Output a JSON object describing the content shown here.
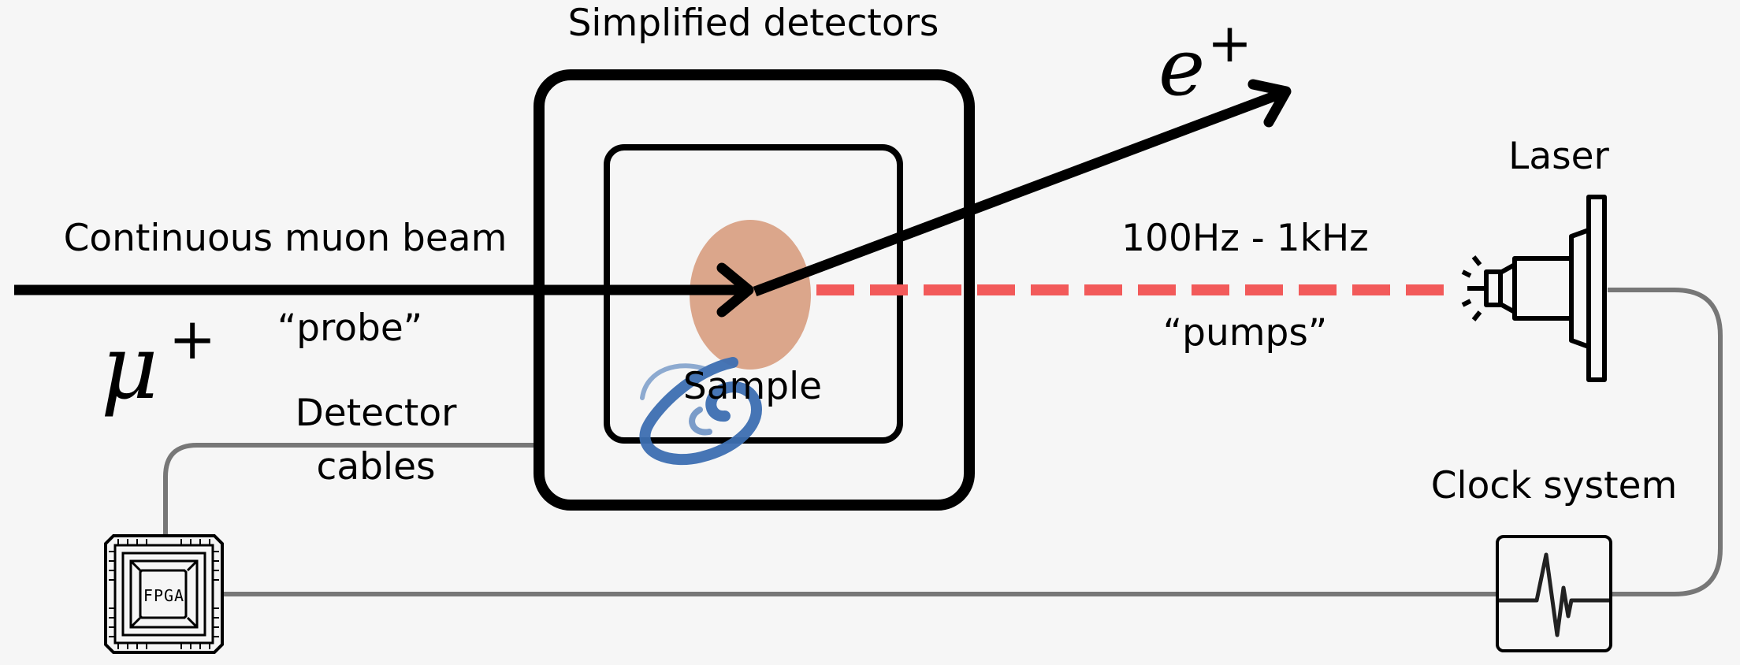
{
  "labels": {
    "detectors": "Simplified detectors",
    "positron": "e",
    "positron_sup": "+",
    "laser": "Laser",
    "frequency": "100Hz - 1kHz",
    "beam": "Continuous muon beam",
    "muon": "μ",
    "muon_sup": "+",
    "probe": "“probe”",
    "pumps": "“pumps”",
    "sample": "Sample",
    "cables_line1": "Detector",
    "cables_line2": "cables",
    "clock": "Clock system",
    "fpga": "FPGA"
  },
  "colors": {
    "background": "#f6f6f6",
    "line": "#000000",
    "cable": "#777777",
    "laser_beam": "#f25a5a",
    "sample": "#dba68b",
    "swirl": "#3d6fb2"
  }
}
